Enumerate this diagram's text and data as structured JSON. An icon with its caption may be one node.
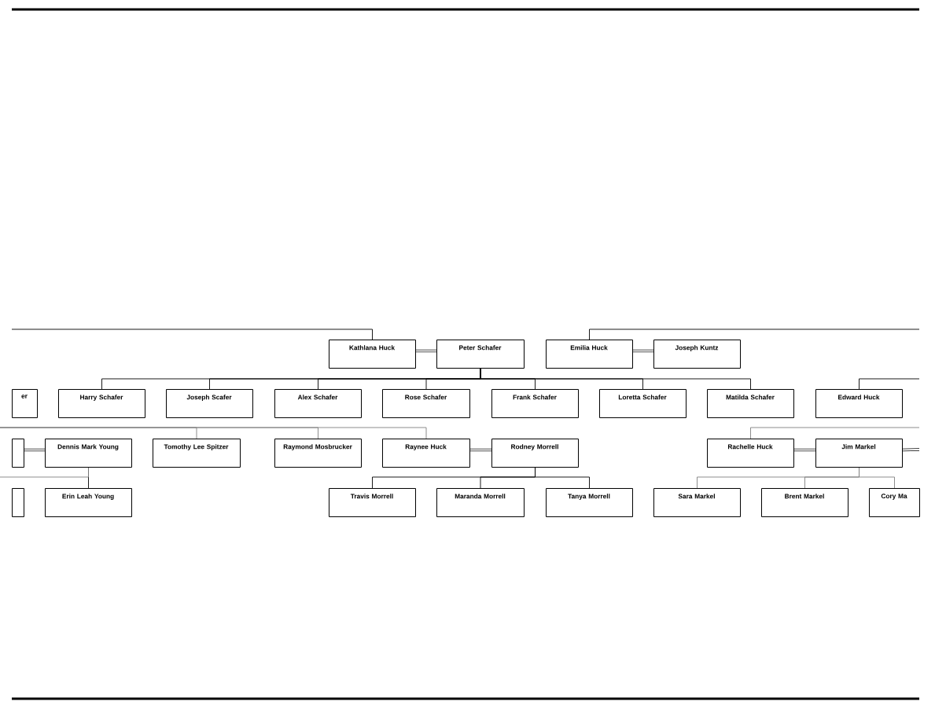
{
  "diagram": {
    "nodes": [
      {
        "text": [
          "Kathlana Huck"
        ]
      },
      {
        "text": [
          "Peter Schafer"
        ]
      },
      {
        "text": [
          "Emilia Huck"
        ]
      },
      {
        "text": [
          "Joseph Kuntz"
        ]
      },
      {
        "text": [
          "er"
        ]
      },
      {
        "text": [
          "Harry Schafer"
        ]
      },
      {
        "text": [
          "Joseph Scafer"
        ]
      },
      {
        "text": [
          "Alex Schafer"
        ]
      },
      {
        "text": [
          "Rose Schafer"
        ]
      },
      {
        "text": [
          "Frank Schafer"
        ]
      },
      {
        "text": [
          "Loretta Schafer"
        ]
      },
      {
        "text": [
          "Matilda Schafer"
        ]
      },
      {
        "text": [
          "Edward Huck"
        ]
      },
      {
        "text": [],
        "shape": "box"
      },
      {
        "text": [
          "Dennis Mark Young"
        ]
      },
      {
        "text": [
          "Tomothy Lee Spitzer"
        ]
      },
      {
        "text": [
          "Raymond Mosbrucker"
        ]
      },
      {
        "text": [
          "Raynee Huck"
        ]
      },
      {
        "text": [
          "Rodney Morrell"
        ]
      },
      {
        "text": [
          "Rachelle Huck"
        ]
      },
      {
        "text": [
          "Jim Markel"
        ]
      },
      {
        "text": [],
        "shape": "box"
      },
      {
        "text": [
          "Erin Leah Young"
        ]
      },
      {
        "text": [
          "Travis Morrell"
        ]
      },
      {
        "text": [
          "Maranda Morrell"
        ]
      },
      {
        "text": [
          "Tanya Morrell"
        ]
      },
      {
        "text": [
          "Sara Markel"
        ]
      },
      {
        "text": [
          "Brent Markel"
        ]
      },
      {
        "text": [
          "Cory Ma"
        ]
      }
    ],
    "edges": [
      {
        "from": null,
        "to": 0,
        "arrow": "none"
      },
      {
        "from": null,
        "to": 2,
        "arrow": "none"
      },
      {
        "from": 0,
        "to": 1,
        "arrow": "none",
        "style": "thick"
      },
      {
        "from": 2,
        "to": 3,
        "arrow": "none",
        "style": "thick"
      },
      {
        "from": 1,
        "to": 5,
        "arrow": "none"
      },
      {
        "from": 1,
        "to": 6,
        "arrow": "none"
      },
      {
        "from": 1,
        "to": 7,
        "arrow": "none"
      },
      {
        "from": 1,
        "to": 8,
        "arrow": "none"
      },
      {
        "from": 1,
        "to": 9,
        "arrow": "none"
      },
      {
        "from": 1,
        "to": 10,
        "arrow": "none"
      },
      {
        "from": 1,
        "to": 11,
        "arrow": "none"
      },
      {
        "from": null,
        "to": 12,
        "arrow": "none"
      },
      {
        "from": 13,
        "to": 14,
        "arrow": "none",
        "style": "thick"
      },
      {
        "from": null,
        "to": 15,
        "arrow": "none",
        "color": "#808080"
      },
      {
        "from": null,
        "to": 16,
        "arrow": "none",
        "color": "#808080"
      },
      {
        "from": null,
        "to": 17,
        "arrow": "none",
        "color": "#808080"
      },
      {
        "from": null,
        "to": 19,
        "arrow": "none",
        "color": "#808080"
      },
      {
        "from": 17,
        "to": 18,
        "arrow": "none",
        "style": "thick"
      },
      {
        "from": 19,
        "to": 20,
        "arrow": "none",
        "style": "thick"
      },
      {
        "from": 20,
        "to": null,
        "arrow": "none",
        "style": "thick"
      },
      {
        "from": 14,
        "to": 22,
        "arrow": "none"
      },
      {
        "from": 14,
        "to": null,
        "arrow": "none",
        "color": "#808080"
      },
      {
        "from": 18,
        "to": 23,
        "arrow": "none"
      },
      {
        "from": 18,
        "to": 24,
        "arrow": "none"
      },
      {
        "from": 18,
        "to": 25,
        "arrow": "none"
      },
      {
        "from": 20,
        "to": 26,
        "arrow": "none",
        "color": "#808080"
      },
      {
        "from": 20,
        "to": 27,
        "arrow": "none",
        "color": "#808080"
      },
      {
        "from": 20,
        "to": 28,
        "arrow": "none",
        "color": "#808080"
      }
    ]
  }
}
